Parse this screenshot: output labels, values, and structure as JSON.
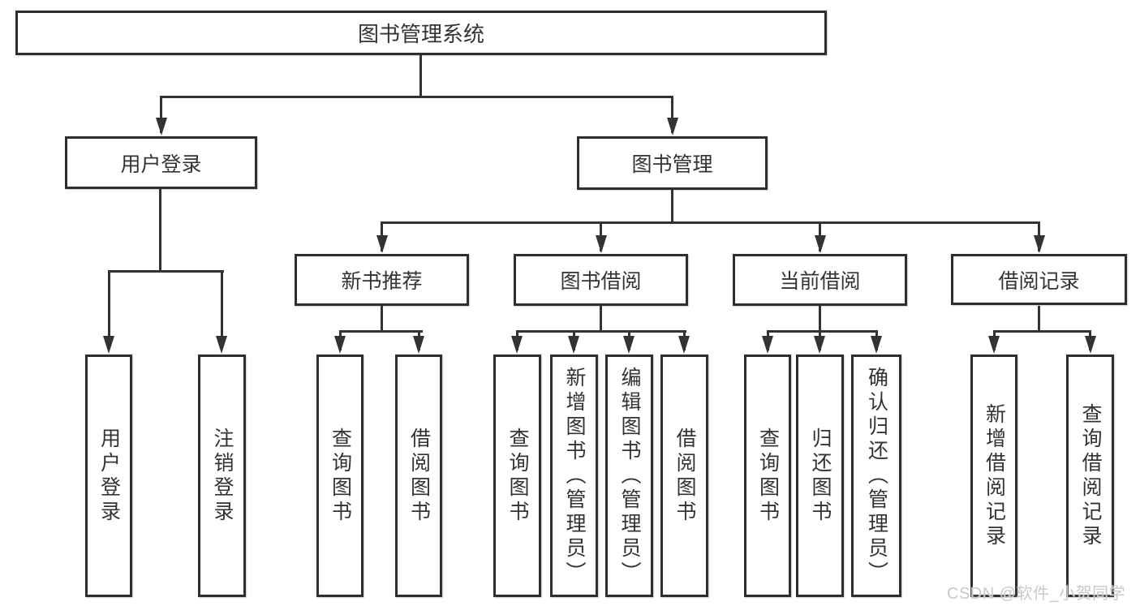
{
  "diagram": {
    "root": {
      "label": "图书管理系统"
    },
    "branches": [
      {
        "label": "用户登录",
        "children": [
          {
            "label": "用户登录"
          },
          {
            "label": "注销登录"
          }
        ]
      },
      {
        "label": "图书管理",
        "children": [
          {
            "label": "新书推荐",
            "children": [
              {
                "label": "查询图书"
              },
              {
                "label": "借阅图书"
              }
            ]
          },
          {
            "label": "图书借阅",
            "children": [
              {
                "label": "查询图书"
              },
              {
                "label": "新增图书（管理员）"
              },
              {
                "label": "编辑图书（管理员）"
              },
              {
                "label": "借阅图书"
              }
            ]
          },
          {
            "label": "当前借阅",
            "children": [
              {
                "label": "查询图书"
              },
              {
                "label": "归还图书"
              },
              {
                "label": "确认归还（管理员）"
              }
            ]
          },
          {
            "label": "借阅记录",
            "children": [
              {
                "label": "新增借阅记录"
              },
              {
                "label": "查询借阅记录"
              }
            ]
          }
        ]
      }
    ]
  },
  "watermark": {
    "text": "CSDN @软件_小贺同学"
  },
  "colors": {
    "line": "#333333",
    "box_border": "#2e2e2e",
    "text": "#333333",
    "watermark_text": "#c9c9c9",
    "background": "#ffffff"
  }
}
